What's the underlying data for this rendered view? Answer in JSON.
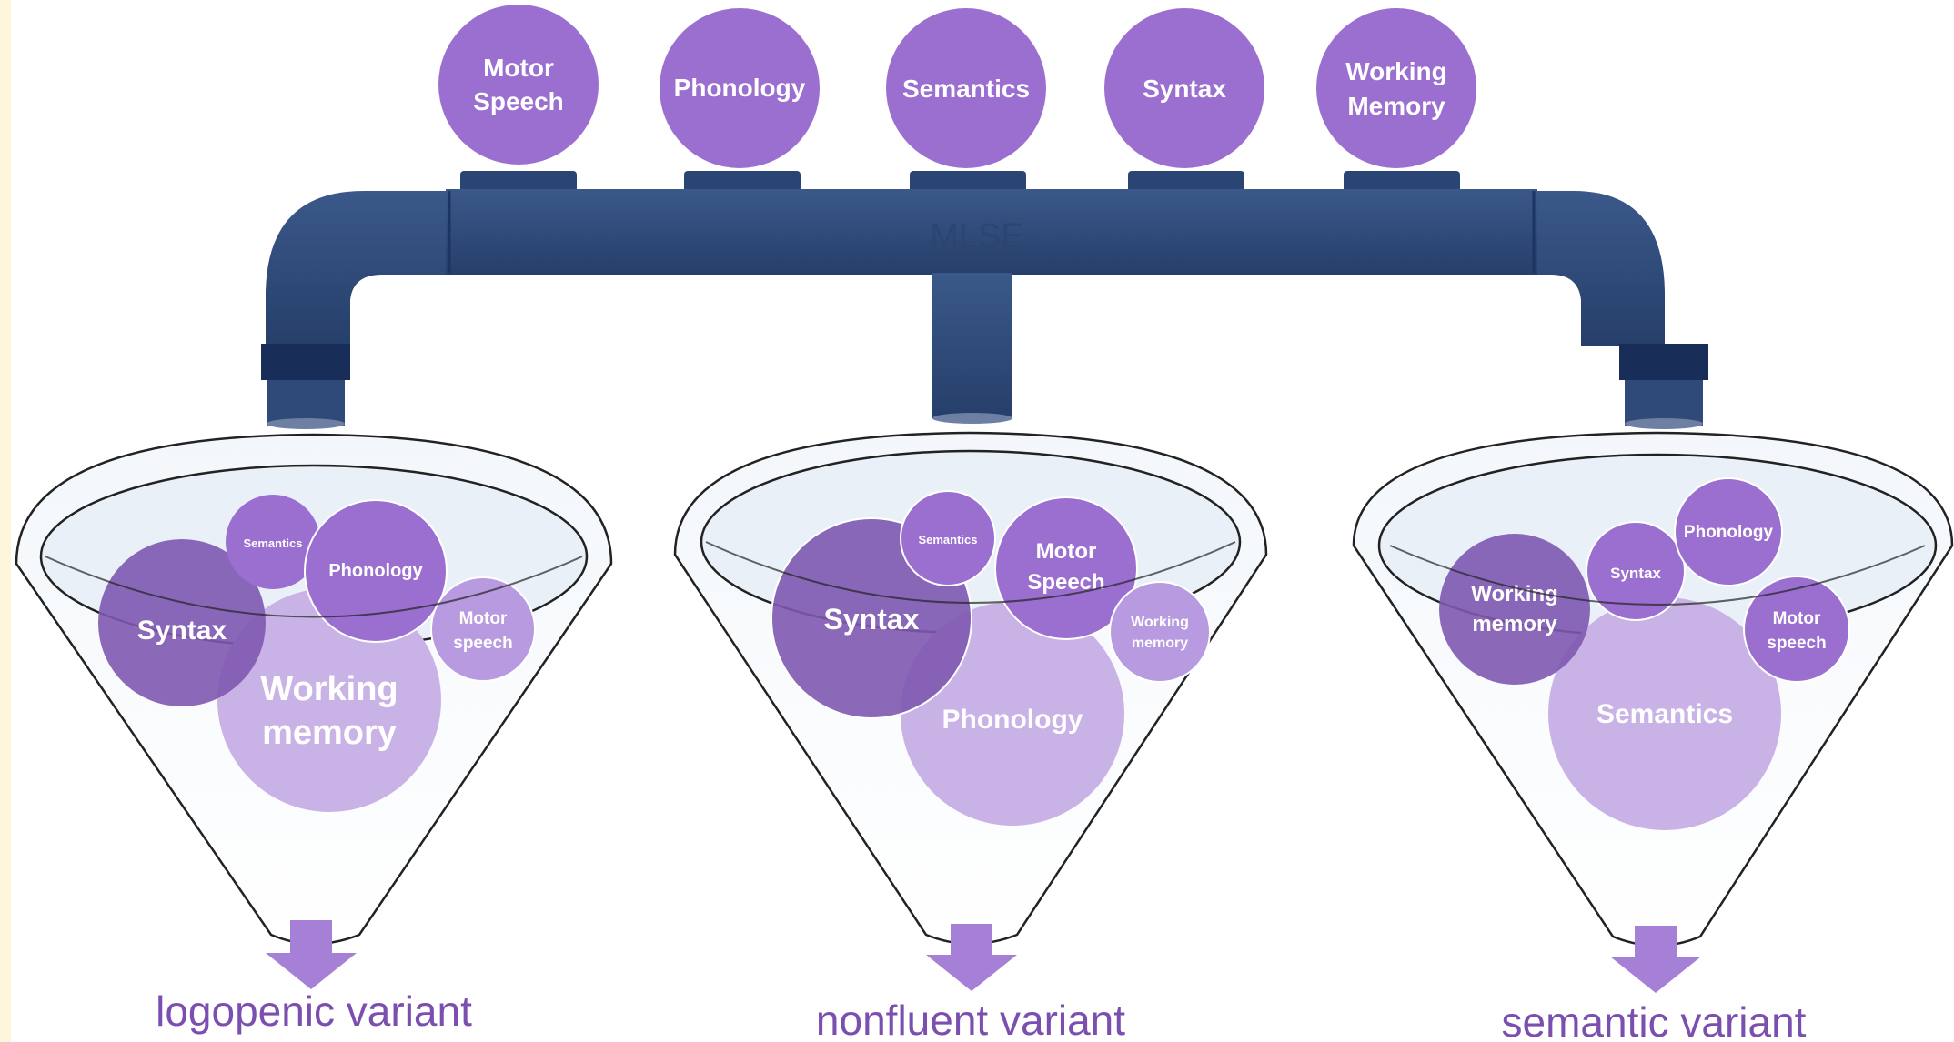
{
  "colors": {
    "pipe": "#2f4a78",
    "pipe_dark": "#1c3462",
    "bubble": "#9b6fd0",
    "bubble_dark": "#7e58b0",
    "bubble_light": "#c9b3e6",
    "arrow": "#a67fd6",
    "variant_text": "#7a4fb0"
  },
  "inputs": [
    {
      "line1": "Motor",
      "line2": "Speech"
    },
    {
      "line1": "Phonology",
      "line2": ""
    },
    {
      "line1": "Semantics",
      "line2": ""
    },
    {
      "line1": "Syntax",
      "line2": ""
    },
    {
      "line1": "Working",
      "line2": "Memory"
    }
  ],
  "pipe_label": "MLSE",
  "funnels": [
    {
      "variant": "logopenic variant",
      "bubbles": {
        "semantics": "Semantics",
        "phonology": "Phonology",
        "syntax": "Syntax",
        "motor_1": "Motor",
        "motor_2": "speech",
        "wm_1": "Working",
        "wm_2": "memory"
      }
    },
    {
      "variant": "nonfluent variant",
      "bubbles": {
        "semantics": "Semantics",
        "motor_1": "Motor",
        "motor_2": "Speech",
        "syntax": "Syntax",
        "wm_1": "Working",
        "wm_2": "memory",
        "phonology": "Phonology"
      }
    },
    {
      "variant": "semantic variant",
      "bubbles": {
        "phonology": "Phonology",
        "syntax": "Syntax",
        "wm_1": "Working",
        "wm_2": "memory",
        "motor_1": "Motor",
        "motor_2": "speech",
        "semantics": "Semantics"
      }
    }
  ]
}
